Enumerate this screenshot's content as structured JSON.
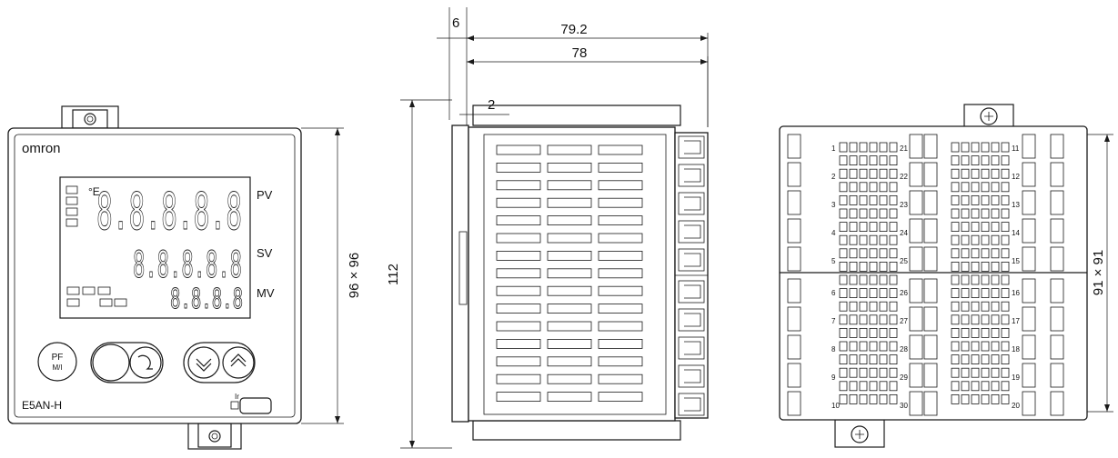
{
  "front_view": {
    "brand": "omron",
    "model": "E5AN-H",
    "pv_label": "PV",
    "sv_label": "SV",
    "mv_label": "MV",
    "pv_digits": "8.8.8.8.8",
    "sv_digits": "8.8.8.8.8",
    "mv_digits": "8.8.8.8",
    "unit_symbol": "°E",
    "key_pf_line1": "PF",
    "key_pf_line2": "M/I",
    "ir_label": "Ir",
    "dim_size": "96 × 96"
  },
  "side_view": {
    "dim_total_depth": "79.2",
    "dim_body_depth": "78",
    "dim_bezel": "6",
    "dim_gap": "2",
    "dim_height": "112"
  },
  "rear_view": {
    "dim_size": "91 × 91",
    "left_terminals": [
      "1",
      "2",
      "3",
      "4",
      "5",
      "6",
      "7",
      "8",
      "9",
      "10"
    ],
    "mid_terminals": [
      "21",
      "22",
      "23",
      "24",
      "25",
      "26",
      "27",
      "28",
      "29",
      "30"
    ],
    "right_terminals": [
      "11",
      "12",
      "13",
      "14",
      "15",
      "16",
      "17",
      "18",
      "19",
      "20"
    ]
  },
  "colors": {
    "line": "#1a1a1a",
    "background": "#ffffff"
  }
}
